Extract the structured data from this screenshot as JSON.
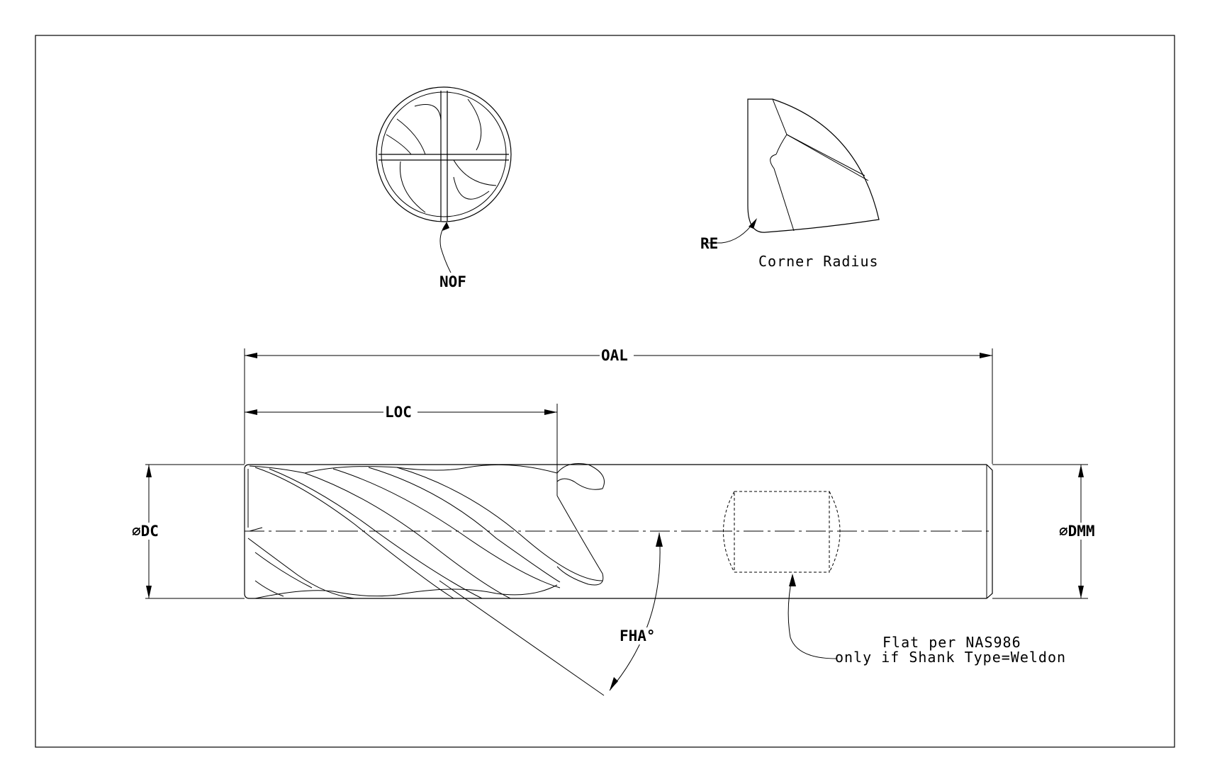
{
  "labels": {
    "nof": "NOF",
    "re": "RE",
    "corner_radius": "Corner Radius",
    "oal": "OAL",
    "loc": "LOC",
    "dc": "⌀DC",
    "dmm": "⌀DMM",
    "fha": "FHA°",
    "flat_note_line1": "Flat per NAS986",
    "flat_note_line2": "only if Shank Type=Weldon"
  }
}
